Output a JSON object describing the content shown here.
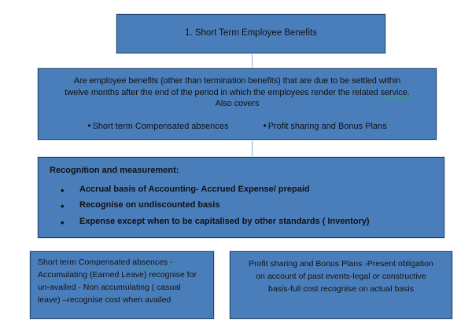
{
  "theme": {
    "box_fill": "#4a7ebb",
    "box_border": "#20466e",
    "connector": "#8eb0d4",
    "text": "#111111",
    "spellcheck_underline": "#2faa54",
    "background": "#ffffff"
  },
  "title_box": {
    "text": "1. Short Term Employee Benefits"
  },
  "definition_box": {
    "line1": "Are employee benefits (other than termination benefits) that are due to be settled within",
    "line2_a": "twelve months after the end of the period in which the employees render the related ",
    "line2_b": "service.",
    "line3": "Also covers",
    "bullets": [
      "Short term Compensated absences",
      "Profit sharing and Bonus Plans"
    ]
  },
  "recognition_box": {
    "heading": "Recognition and measurement:",
    "bullets": [
      "Accrual basis of Accounting- Accrued Expense/ prepaid",
      "Recognise on undiscounted basis",
      "Expense except when to be capitalised by other standards ( Inventory)"
    ]
  },
  "compensated_box": {
    "line1_a": "Short term Compensated ",
    "line1_b": "absences",
    "line1_c": " -",
    "line2": "Accumulating  (Earned Leave) recognise for",
    "line3": "un-availed  - Non accumulating ( casual",
    "line4": "leave) –recognise cost when availed"
  },
  "profit_box": {
    "line1": "Profit sharing and Bonus Plans -Present obligation",
    "line2": "on account of past events-legal or constructive",
    "line3": "basis-full cost recognise on actual basis"
  }
}
